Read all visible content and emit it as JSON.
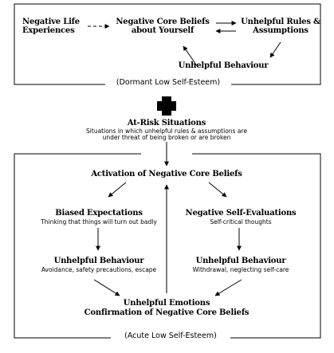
{
  "top": {
    "negative_life": "Negative Life Experiences",
    "core_beliefs": "Negative Core Beliefs about Yourself",
    "rules": "Unhelpful Rules & Assumptions",
    "behaviour": "Unhelpful Behaviour",
    "caption": "(Dormant Low Self-Esteem)"
  },
  "at_risk": {
    "title": "At-Risk Situations",
    "desc": "Situations in which unhelpful rules & assumptions are under threat of being broken or are broken"
  },
  "bottom": {
    "activation": "Activation of Negative Core Beliefs",
    "biased_title": "Biased Expectations",
    "biased_desc": "Thinking that things will turn out badly",
    "neg_eval_title": "Negative Self-Evaluations",
    "neg_eval_desc": "Self-critical thoughts",
    "unhelpful_left_title": "Unhelpful Behaviour",
    "unhelpful_left_desc": "Avoidance, safety precautions, escape",
    "unhelpful_right_title": "Unhelpful Behaviour",
    "unhelpful_right_desc": "Withdrawal, neglecting self-care",
    "emotions_line1": "Unhelpful Emotions",
    "emotions_line2": "Confirmation of Negative Core Beliefs",
    "caption": "(Acute Low Self-Esteem)"
  }
}
